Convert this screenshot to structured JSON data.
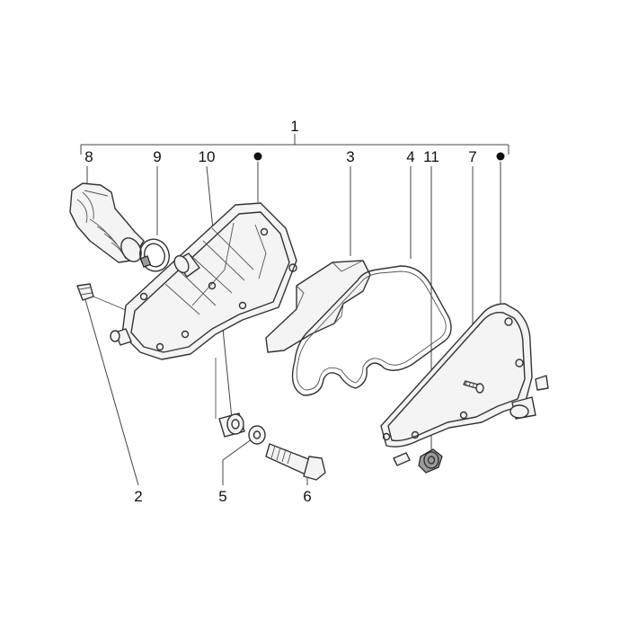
{
  "diagram": {
    "assembly_label": "1",
    "callouts": {
      "c1": "1",
      "c2": "2",
      "c3": "3",
      "c4": "4",
      "c5": "5",
      "c6": "6",
      "c7": "7",
      "c8": "8",
      "c9": "9",
      "c10": "10",
      "c11": "11"
    }
  },
  "colors": {
    "line": "#333333",
    "background": "#ffffff"
  }
}
